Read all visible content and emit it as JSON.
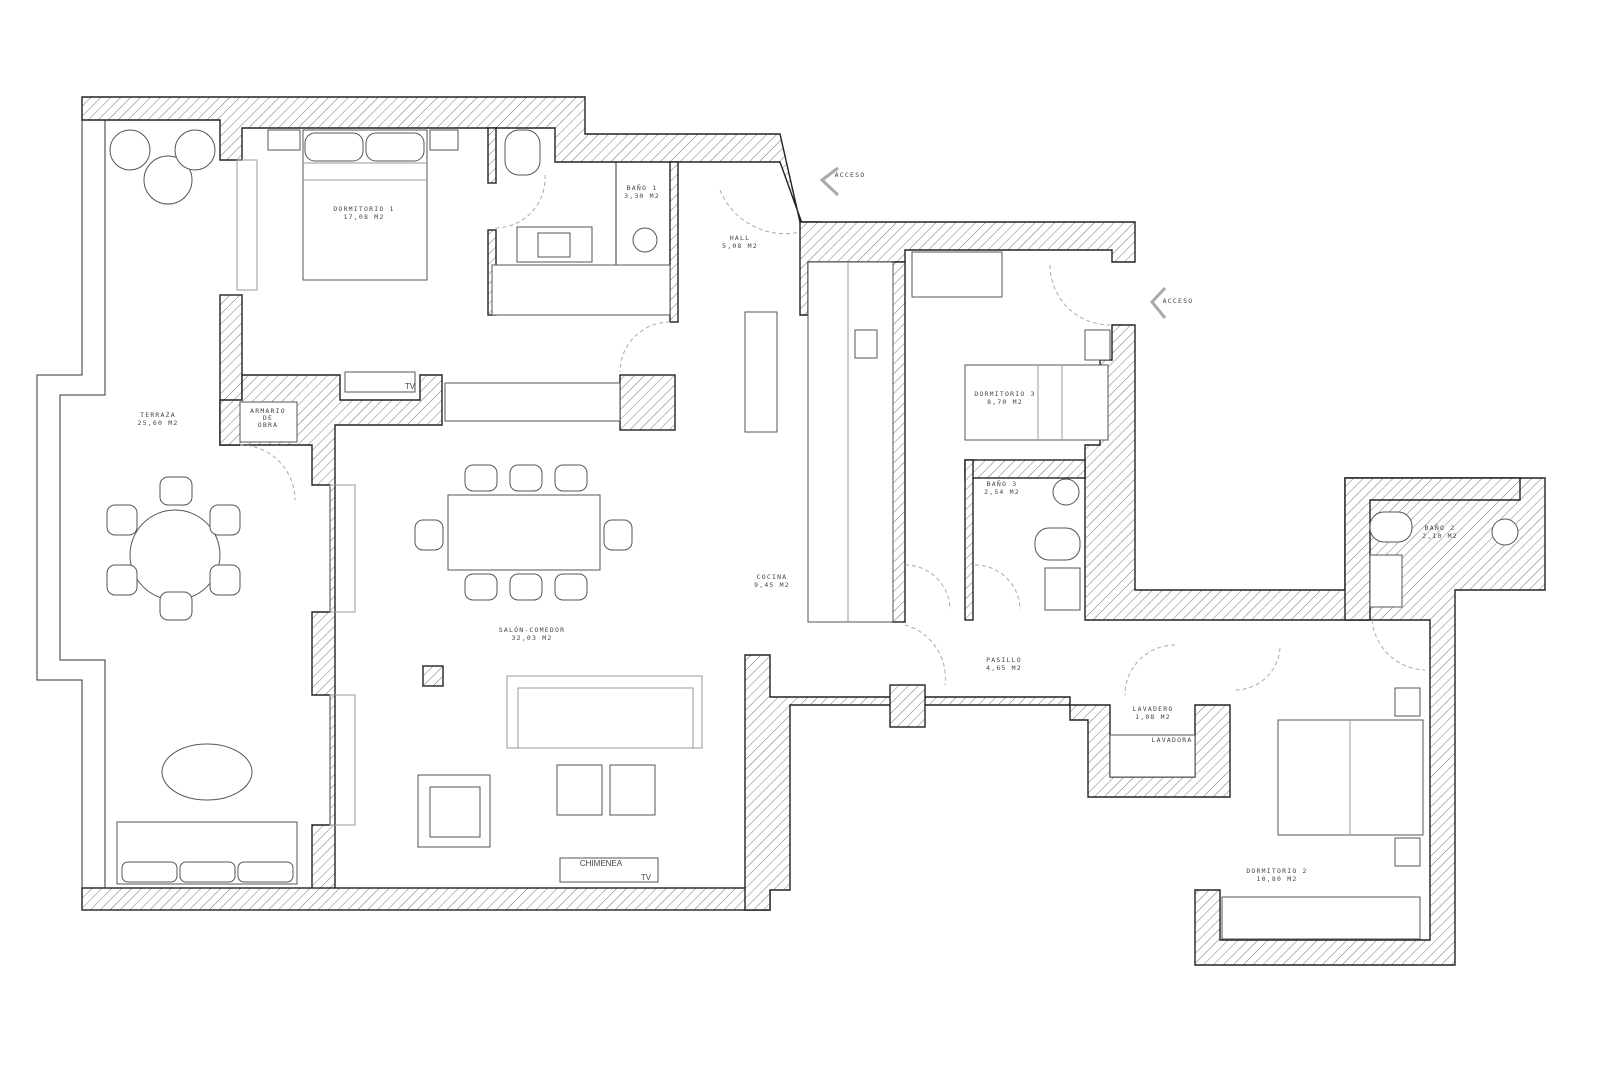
{
  "plan": {
    "rooms": [
      {
        "id": "dormitorio-1",
        "name": "DORMITORIO 1",
        "area": "17,08 M2"
      },
      {
        "id": "bano-1",
        "name": "BAÑO 1",
        "area": "3,30 M2"
      },
      {
        "id": "hall",
        "name": "HALL",
        "area": "5,08 M2"
      },
      {
        "id": "terraza",
        "name": "TERRAZA",
        "area": "25,60 M2"
      },
      {
        "id": "dormitorio-3",
        "name": "DORMITORIO 3",
        "area": "8,70 M2"
      },
      {
        "id": "bano-3",
        "name": "BAÑO 3",
        "area": "2,54 M2"
      },
      {
        "id": "bano-2",
        "name": "BAÑO 2",
        "area": "2,10 M2"
      },
      {
        "id": "cocina",
        "name": "COCINA",
        "area": "9,45 M2"
      },
      {
        "id": "salon-comedor",
        "name": "SALÓN-COMEDOR",
        "area": "32,03 M2"
      },
      {
        "id": "pasillo",
        "name": "PASILLO",
        "area": "4,65 M2"
      },
      {
        "id": "lavadero",
        "name": "LAVADERO",
        "area": "1,08 M2"
      },
      {
        "id": "dormitorio-2",
        "name": "DORMITORIO 2",
        "area": "10,80 M2"
      }
    ],
    "access_labels": [
      "ACCESO",
      "ACCESO"
    ],
    "armario": [
      "ARMARIO",
      "DE",
      "OBRA"
    ],
    "tv_labels": [
      "TV",
      "TV"
    ],
    "chimenea": "CHIMENEA",
    "lavadora": "LAVADORA"
  }
}
